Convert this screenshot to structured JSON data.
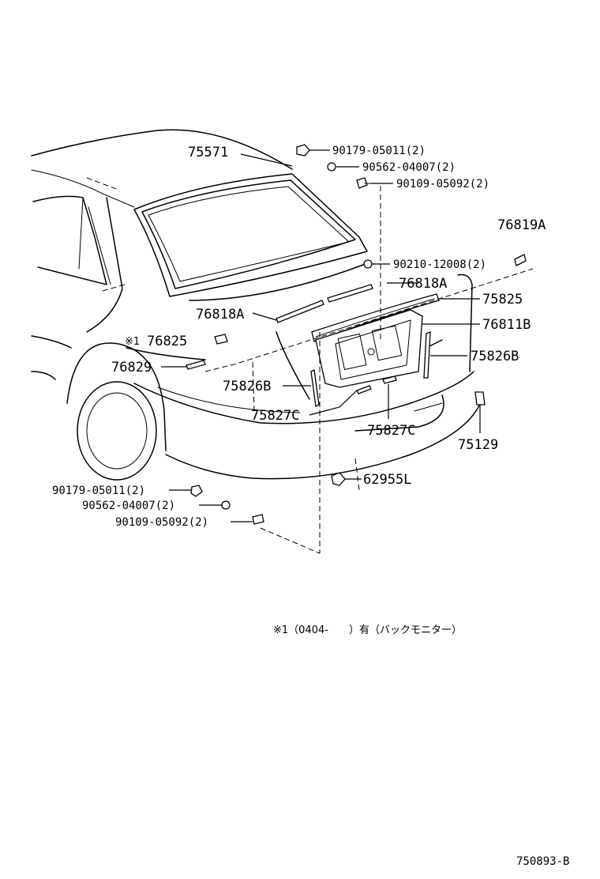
{
  "labels": {
    "p75571": "75571",
    "p90179_top": "90179-05011(2)",
    "p90562_top": "90562-04007(2)",
    "p90109_top": "90109-05092(2)",
    "p76819A": "76819A",
    "p90210": "90210-12008(2)",
    "p76818A_r": "76818A",
    "p75825": "75825",
    "p76818A_l": "76818A",
    "p76811B": "76811B",
    "p76825": "76825",
    "p76825_mark": "※1",
    "p75826B_r": "75826B",
    "p76829": "76829",
    "p75826B_l": "75826B",
    "p75827C_l": "75827C",
    "p75827C_r": "75827C",
    "p75129": "75129",
    "p62955L": "62955L",
    "p90179_bot": "90179-05011(2)",
    "p90562_bot": "90562-04007(2)",
    "p90109_bot": "90109-05092(2)"
  },
  "footnote": "※1（0404-　　）有（バックモニター）",
  "drawing_code": "750893-B"
}
